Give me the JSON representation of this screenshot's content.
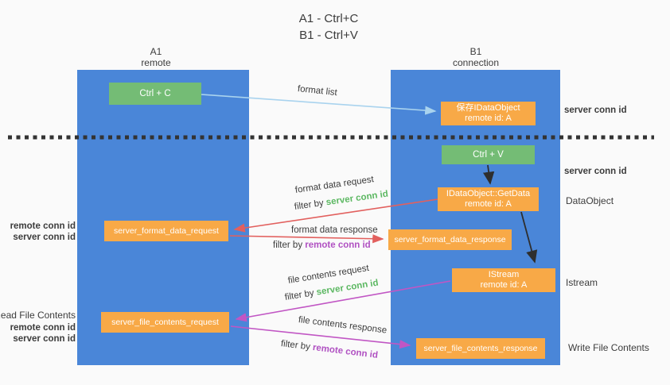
{
  "title": {
    "line1": "A1 - Ctrl+C",
    "line2": "B1 - Ctrl+V"
  },
  "lanes": {
    "a": {
      "id": "A1",
      "name": "remote"
    },
    "b": {
      "id": "B1",
      "name": "connection"
    }
  },
  "nodes": {
    "ctrl_c": {
      "label": "Ctrl + C"
    },
    "save_dataobject": {
      "line1": "保存IDataObject",
      "line2": "remote id: A"
    },
    "ctrl_v": {
      "label": "Ctrl + V"
    },
    "getdata": {
      "line1": "IDataObject::GetData",
      "line2": "remote id: A"
    },
    "format_request": {
      "label": "server_format_data_request"
    },
    "format_response": {
      "label": "server_format_data_response"
    },
    "istream": {
      "line1": "IStream",
      "line2": "remote id: A"
    },
    "file_request": {
      "label": "server_file_contents_request"
    },
    "file_response": {
      "label": "server_file_contents_response"
    }
  },
  "edge_labels": {
    "format_list": "format list",
    "format_data_request": "format data request",
    "format_data_response": "format data response",
    "file_contents_request": "file contents request",
    "file_contents_response": "file contents response",
    "filter_by": "filter by",
    "server_conn_id": "server conn id",
    "remote_conn_id": "remote conn id"
  },
  "annotations": {
    "server_conn_id": "server conn id",
    "remote_conn_id": "remote conn id",
    "dataobject": "DataObject",
    "istream": "Istream",
    "read_file_contents": "Read File Contents",
    "write_file_contents": "Write File Contents"
  },
  "colors": {
    "background": "#fafafa",
    "lane_blue": "#4a86d8",
    "green_box": "#74bc75",
    "orange_box": "#f8a947",
    "green_text": "#5cb862",
    "purple_text": "#b051c2",
    "gray_text": "#3c3c3c",
    "arrow_blue": "#a9d3ee",
    "arrow_red": "#e2605e",
    "arrow_purple": "#c156c4",
    "arrow_black": "#2e2e2e"
  }
}
